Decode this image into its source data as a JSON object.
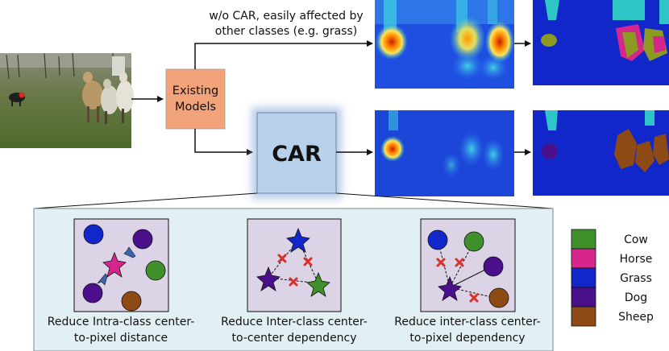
{
  "top_annotation": {
    "line1": "w/o CAR, easily affected by",
    "line2": "other classes (e.g. grass)"
  },
  "existing_models": {
    "line1": "Existing",
    "line2": "Models"
  },
  "car_label": "CAR",
  "panels": [
    {
      "line1": "Reduce Intra-class center-",
      "line2": "to-pixel distance"
    },
    {
      "line1": "Reduce Inter-class center-",
      "line2": "to-center dependency"
    },
    {
      "line1": "Reduce inter-class center-",
      "line2": "to-pixel dependency"
    }
  ],
  "legend": [
    {
      "label": "Cow",
      "color": "#3f8f2a"
    },
    {
      "label": "Horse",
      "color": "#d6268e"
    },
    {
      "label": "Grass",
      "color": "#1227c9"
    },
    {
      "label": "Dog",
      "color": "#4a108c"
    },
    {
      "label": "Sheep",
      "color": "#8e4a14"
    }
  ],
  "colors": {
    "existing_models_fill": "#f2a37a",
    "car_fill": "#b8d1ea",
    "panel_bg": "#e2f0f3",
    "inner_bg": "#dcd4e6",
    "cross": "#d9302a",
    "arrow": "#3a66b0"
  }
}
